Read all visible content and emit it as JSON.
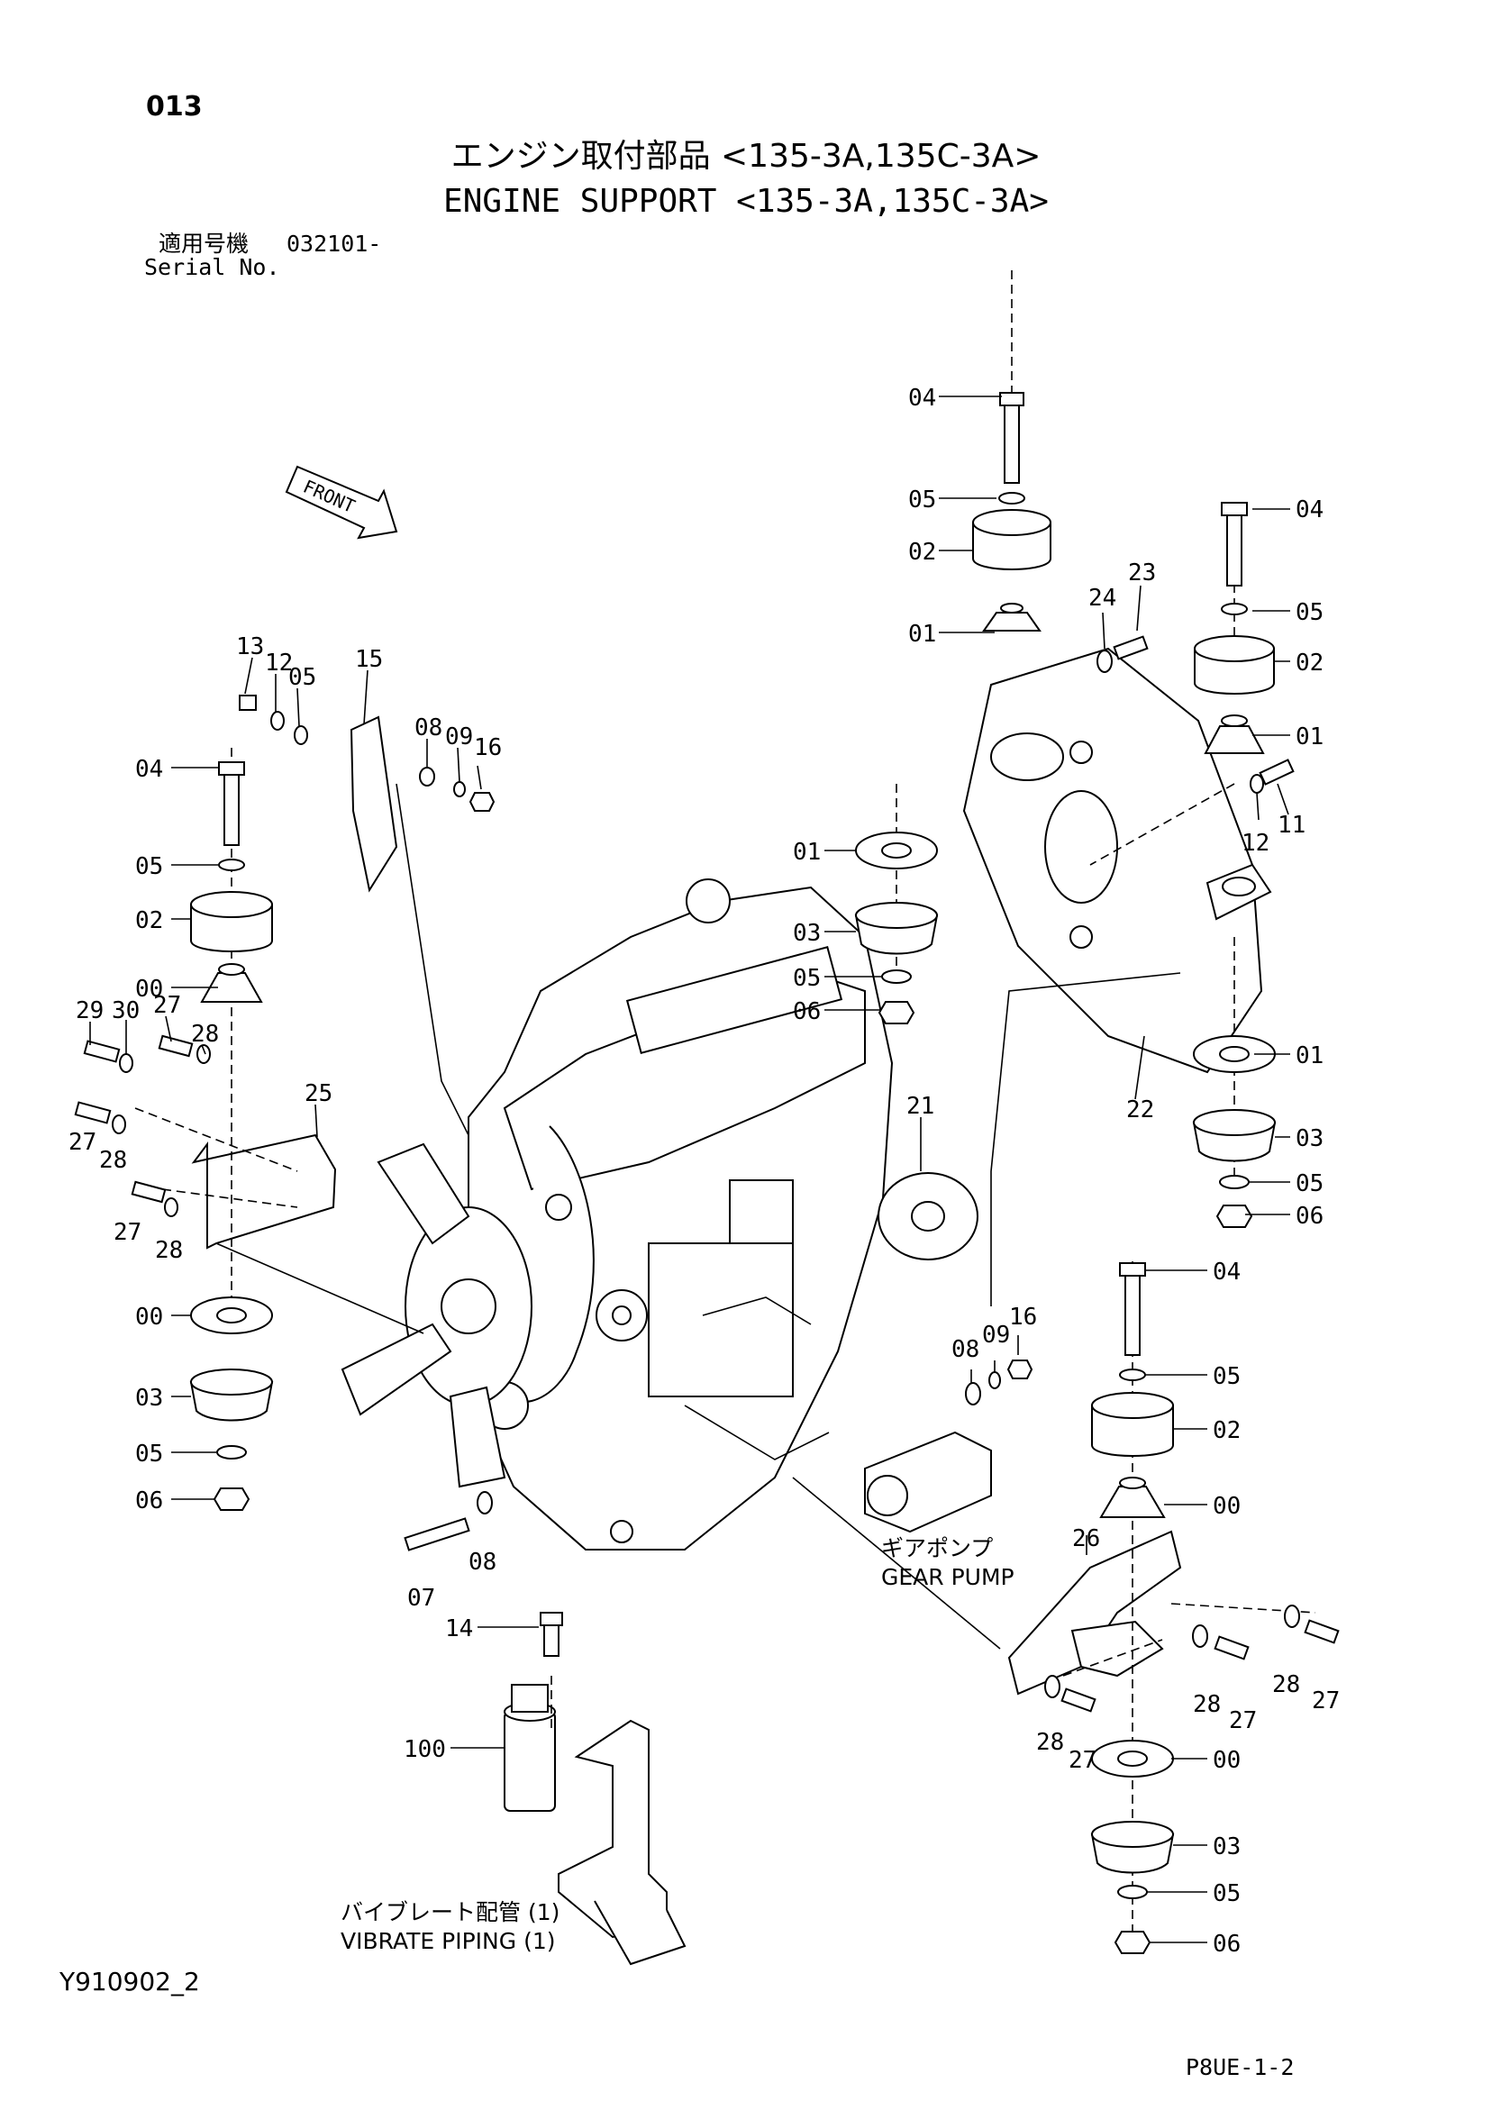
{
  "header": {
    "page_number": "013",
    "title_jp": "エンジン取付部品 <135-3A,135C-3A>",
    "title_en": "ENGINE SUPPORT <135-3A,135C-3A>",
    "serial_label_jp": "適用号機",
    "serial_value": "032101-",
    "serial_label_en": "Serial No."
  },
  "front_marker": "FRONT",
  "notes": {
    "gear_pump_jp": "ギアポンプ",
    "gear_pump_en": "GEAR PUMP",
    "vibrate_piping_jp": "バイブレート配管 (1)",
    "vibrate_piping_en": "VIBRATE PIPING (1)"
  },
  "footer": {
    "doc_id": "Y910902_2",
    "sheet_ref": "P8UE-1-2"
  },
  "callouts": {
    "tr_04a": "04",
    "tr_05a": "05",
    "tr_02a": "02",
    "tr_01a": "01",
    "tr_24": "24",
    "tr_23": "23",
    "tr_04b": "04",
    "tr_05b": "05",
    "tr_02b": "02",
    "tr_01b": "01",
    "tr_11": "11",
    "tr_12": "12",
    "tr_01c": "01",
    "tr_03c": "03",
    "tr_05c": "05",
    "tr_06c": "06",
    "tr_01d": "01",
    "tr_03d": "03",
    "tr_05d": "05",
    "tr_06d": "06",
    "tr_22": "22",
    "tr_21": "21",
    "tl_13": "13",
    "tl_12": "12",
    "tl_05": "05",
    "tl_15": "15",
    "tl_08": "08",
    "tl_09": "09",
    "tl_16": "16",
    "l_04": "04",
    "l_05": "05",
    "l_02": "02",
    "l_00": "00",
    "l_29": "29",
    "l_30": "30",
    "l_27a": "27",
    "l_28a": "28",
    "l_25": "25",
    "l_27b": "27",
    "l_28b": "28",
    "l_27c": "27",
    "l_28c": "28",
    "l_00b": "00",
    "l_03": "03",
    "l_05b": "05",
    "l_06": "06",
    "c_07": "07",
    "c_08": "08",
    "gp_08": "08",
    "gp_09": "09",
    "gp_16": "16",
    "br_04": "04",
    "br_05": "05",
    "br_02": "02",
    "br_00": "00",
    "br_26": "26",
    "br_28a": "28",
    "br_27a": "27",
    "br_28b": "28",
    "br_27b": "27",
    "br_28c": "28",
    "br_27c": "27",
    "br_00b": "00",
    "br_03": "03",
    "br_05b": "05",
    "br_06": "06",
    "b_14": "14",
    "b_100": "100"
  }
}
